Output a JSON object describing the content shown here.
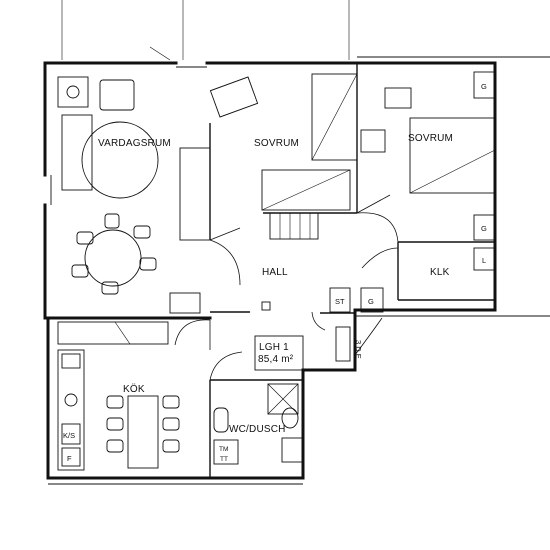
{
  "plan": {
    "rooms": {
      "vardagsrum": "VARDAGSRUM",
      "sovrum_1": "SOVRUM",
      "sovrum_2": "SOVRUM",
      "hall": "HALL",
      "klk": "KLK",
      "kok": "KÖK",
      "wc_dusch": "WC/DUSCH"
    },
    "apartment": {
      "id": "LGH 1",
      "area": "85,4 m²"
    },
    "marks": {
      "st": "ST",
      "g_hall": "G",
      "g_sovrum_top": "G",
      "g_sovrum_bottom": "G",
      "l_klk": "L",
      "k_s": "K/S",
      "f": "F",
      "tm_tt": "TM\nTT",
      "tm": "TM",
      "tt": "TT",
      "hall_cab": "3 D E"
    }
  }
}
